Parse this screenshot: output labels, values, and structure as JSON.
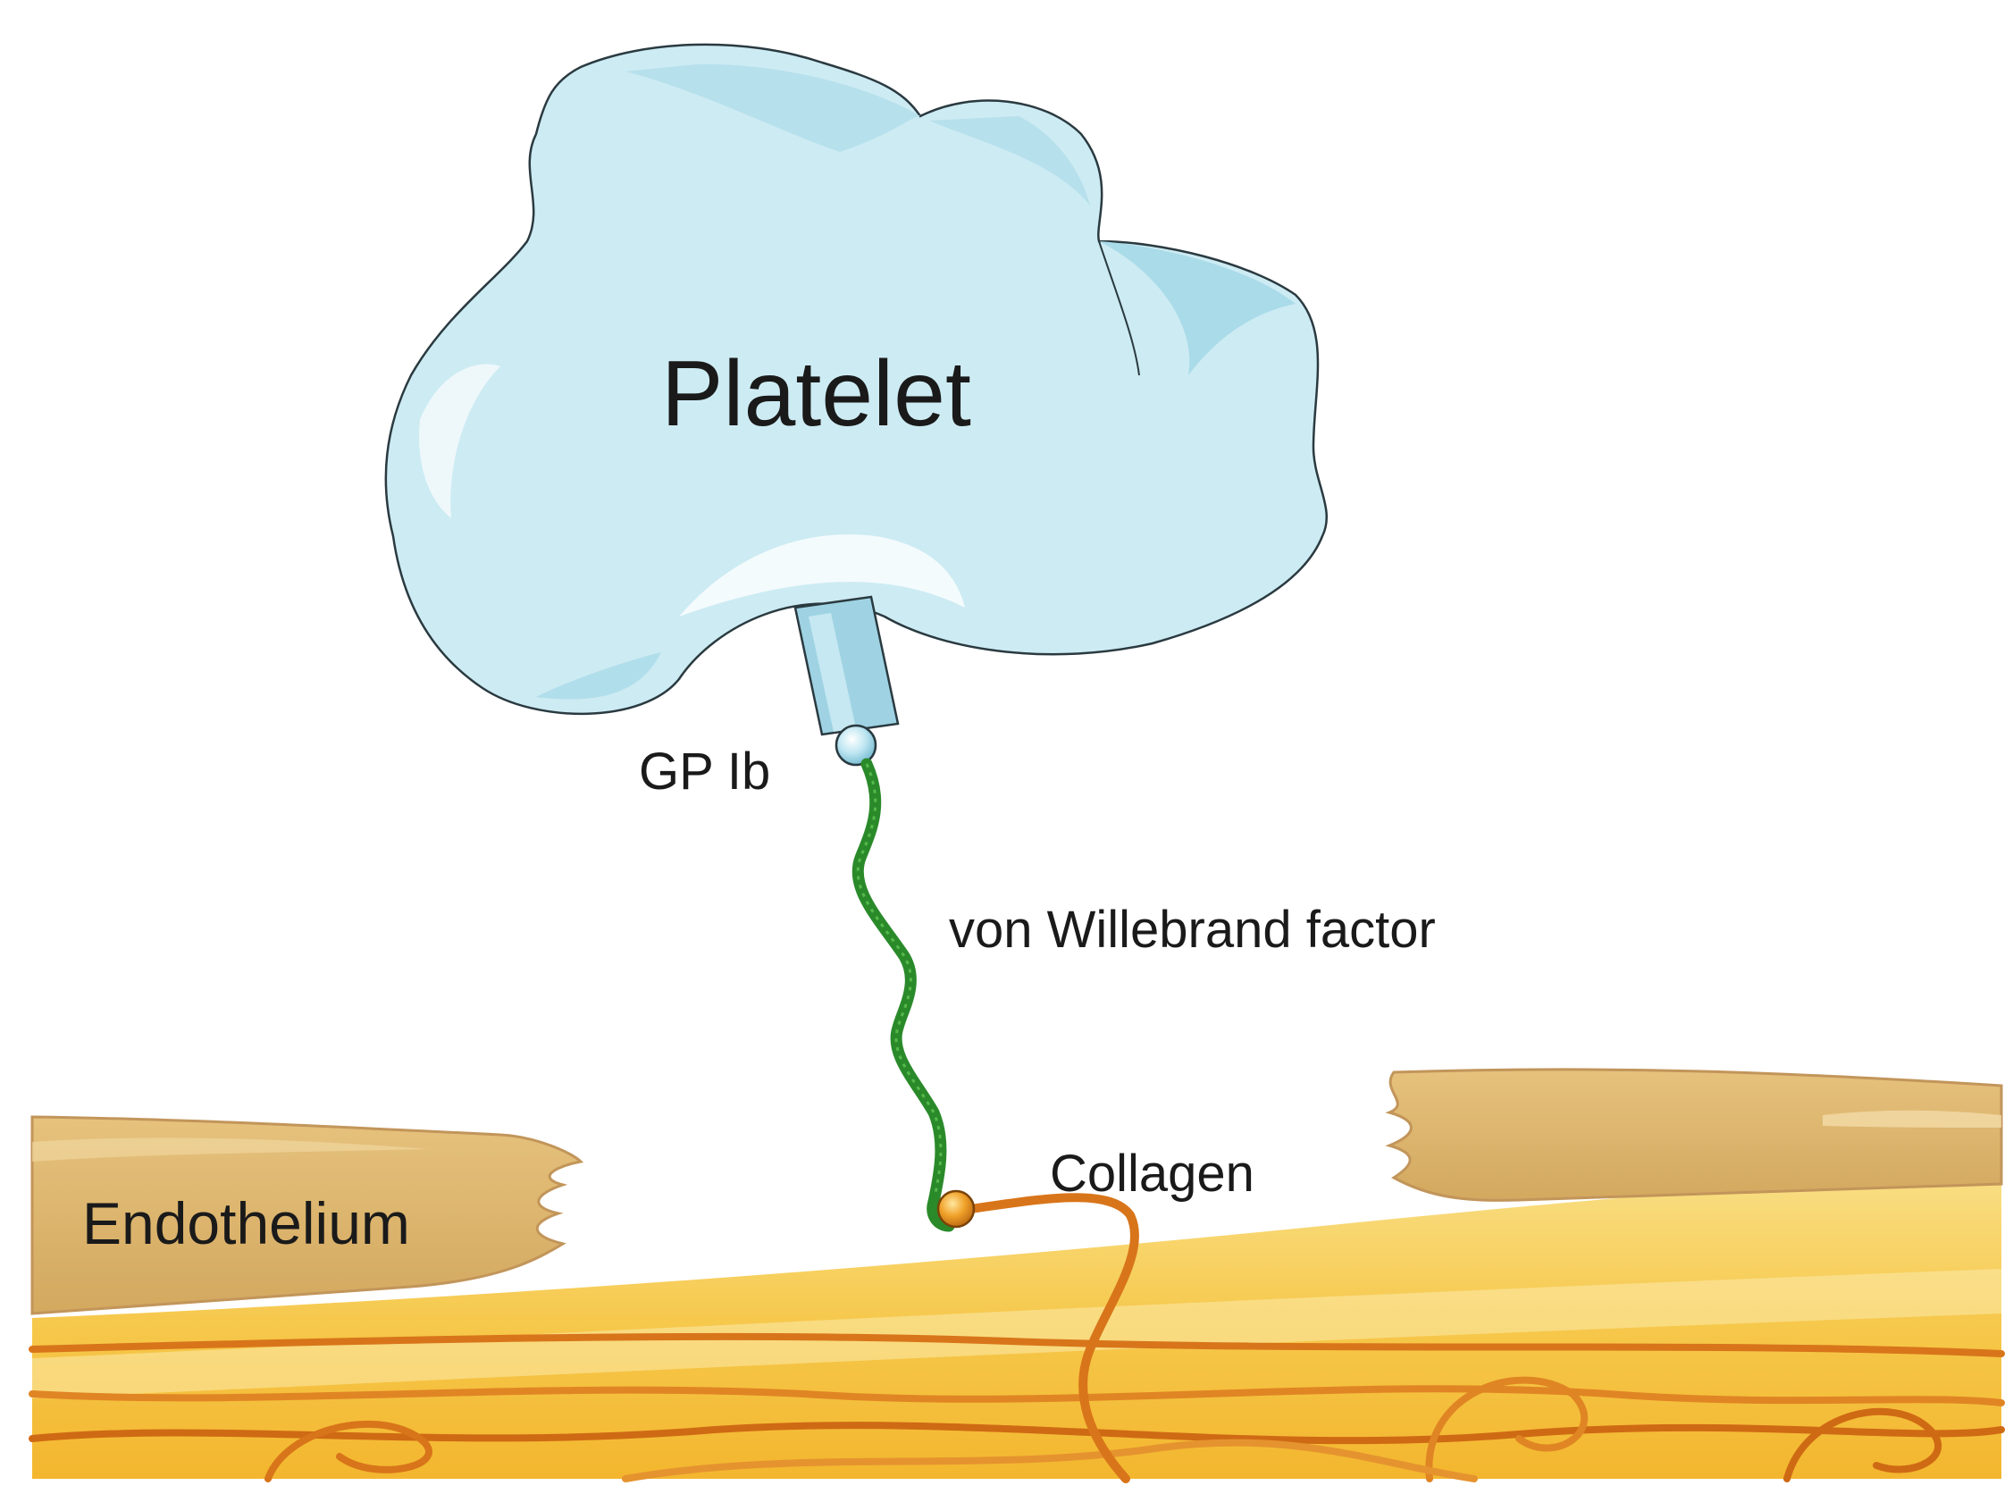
{
  "labels": {
    "platelet": "Platelet",
    "receptor": "GP Ib",
    "factor": "von Willebrand factor",
    "collagen": "Collagen",
    "endothelium": "Endothelium"
  },
  "colors": {
    "platelet_fill": "#cdebf3",
    "platelet_shade": "#a9dbe9",
    "receptor": "#9fd3e3",
    "vwf": "#2a8a2a",
    "collagen_fiber": "#d8751a",
    "endothelium_fill": "#ddb66f",
    "subendothelium": "#f7cf5a"
  }
}
